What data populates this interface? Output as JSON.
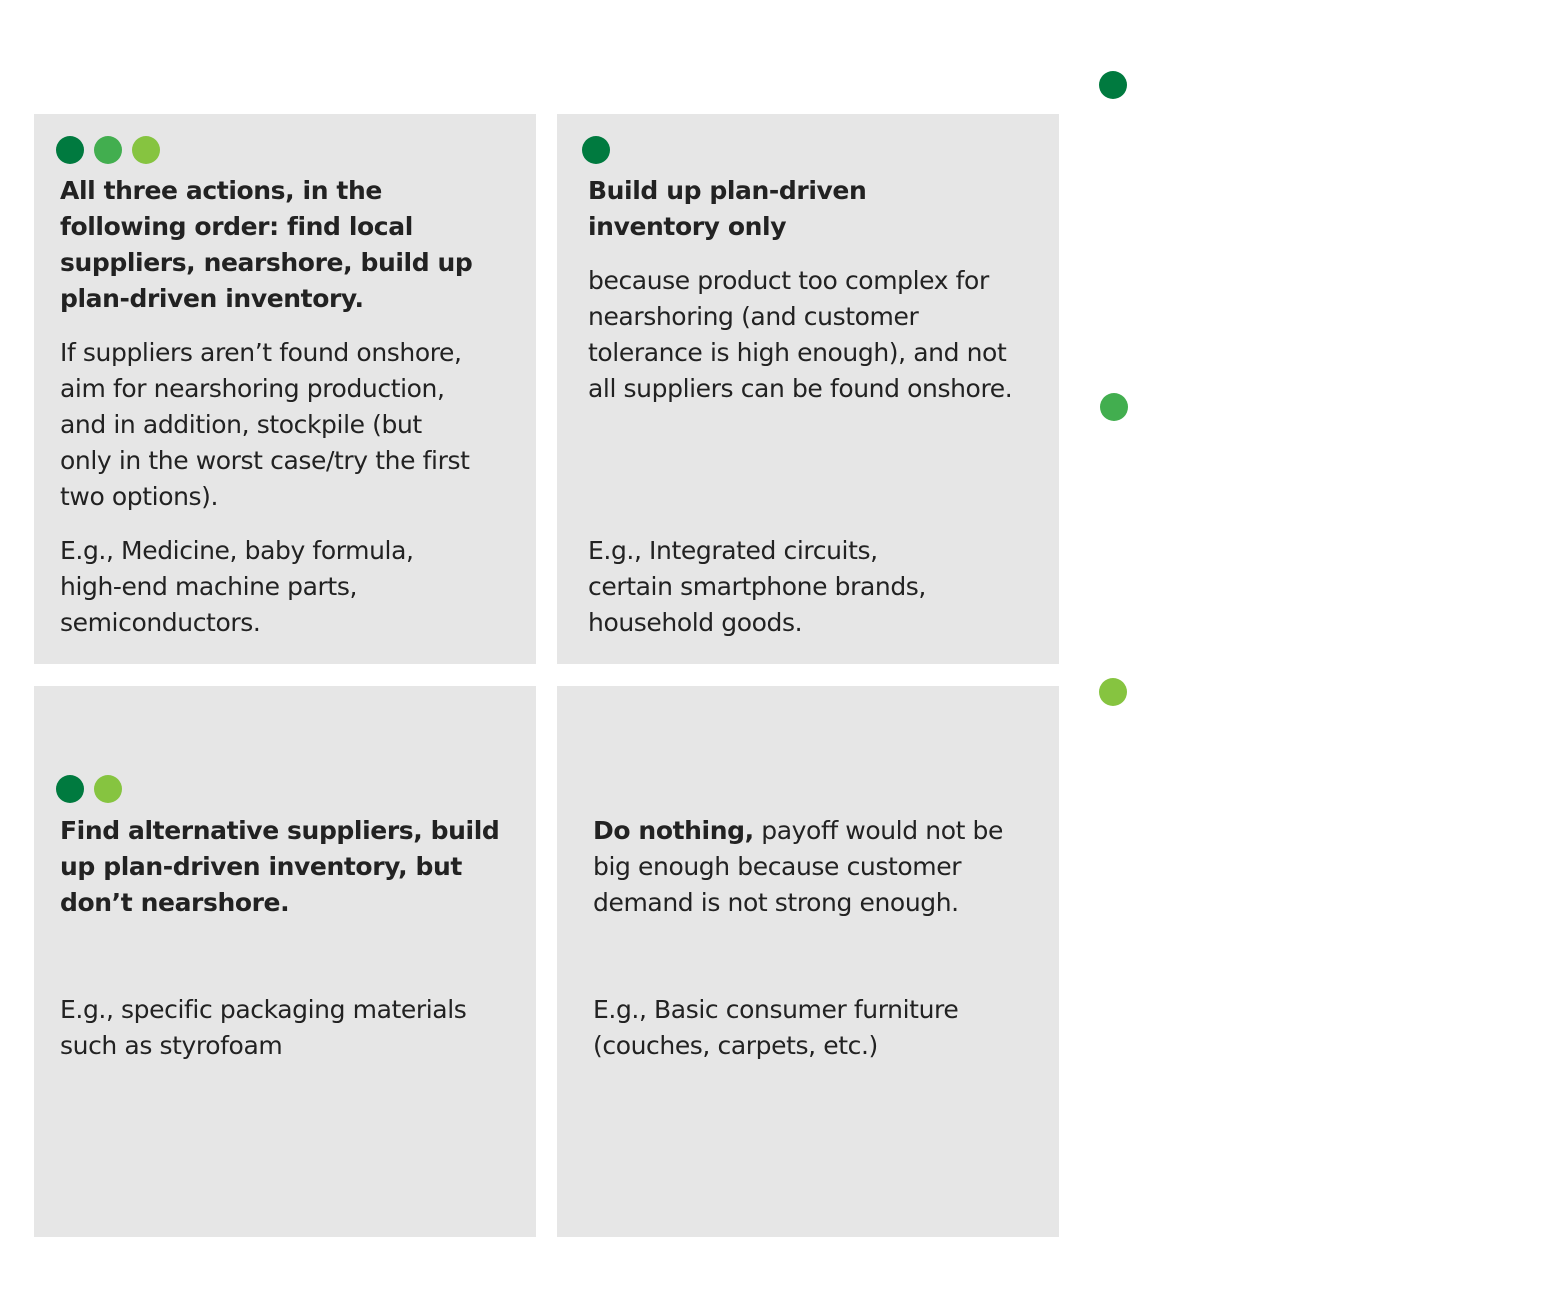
{
  "colors": {
    "dark_green": "#007A3F",
    "medium_green": "#42AE4F",
    "light_green": "#86C440",
    "panel_bg": "#E6E6E6",
    "text": "#222222"
  },
  "legend": {
    "items": [
      {
        "icon": "dark-green-dot",
        "color": "#007A3F"
      },
      {
        "icon": "medium-green-dot",
        "color": "#42AE4F"
      },
      {
        "icon": "light-green-dot",
        "color": "#86C440"
      }
    ]
  },
  "quadrants": {
    "top_left": {
      "dots": [
        "#007A3F",
        "#42AE4F",
        "#86C440"
      ],
      "title": "All three actions, in the following order: find local suppliers, nearshore, build up plan-driven inventory.",
      "title_lines": [
        "All three actions, in the",
        "following order: find local",
        "suppliers, nearshore, build up",
        "plan-driven inventory."
      ],
      "body_lines": [
        "If suppliers aren’t found onshore,",
        "aim for nearshoring production,",
        "and in addition, stockpile (but",
        "only in the worst case/try the first",
        "two options)."
      ],
      "example_lines": [
        "E.g., Medicine, baby formula,",
        "high-end machine parts,",
        "semiconductors."
      ]
    },
    "top_right": {
      "dots": [
        "#007A3F"
      ],
      "title_lines": [
        "Build up plan-driven",
        "inventory only"
      ],
      "body_lines": [
        "because product too complex for",
        "nearshoring (and customer",
        "tolerance is high enough), and not",
        "all suppliers can be found onshore."
      ],
      "example_lines": [
        "E.g., Integrated circuits,",
        "certain smartphone brands,",
        "household goods."
      ]
    },
    "bottom_left": {
      "dots": [
        "#007A3F",
        "#86C440"
      ],
      "title_lines": [
        "Find alternative suppliers, build",
        "up plan-driven inventory, but",
        "don’t nearshore."
      ],
      "example_lines": [
        "E.g., specific packaging materials",
        "such as styrofoam"
      ]
    },
    "bottom_right": {
      "dots": [],
      "title_bold": "Do nothing,",
      "title_rest_first": " payoff would not be",
      "body_lines": [
        "big enough because customer",
        "demand is not strong enough."
      ],
      "example_lines": [
        "E.g., Basic consumer furniture",
        "(couches, carpets, etc.)"
      ]
    }
  }
}
